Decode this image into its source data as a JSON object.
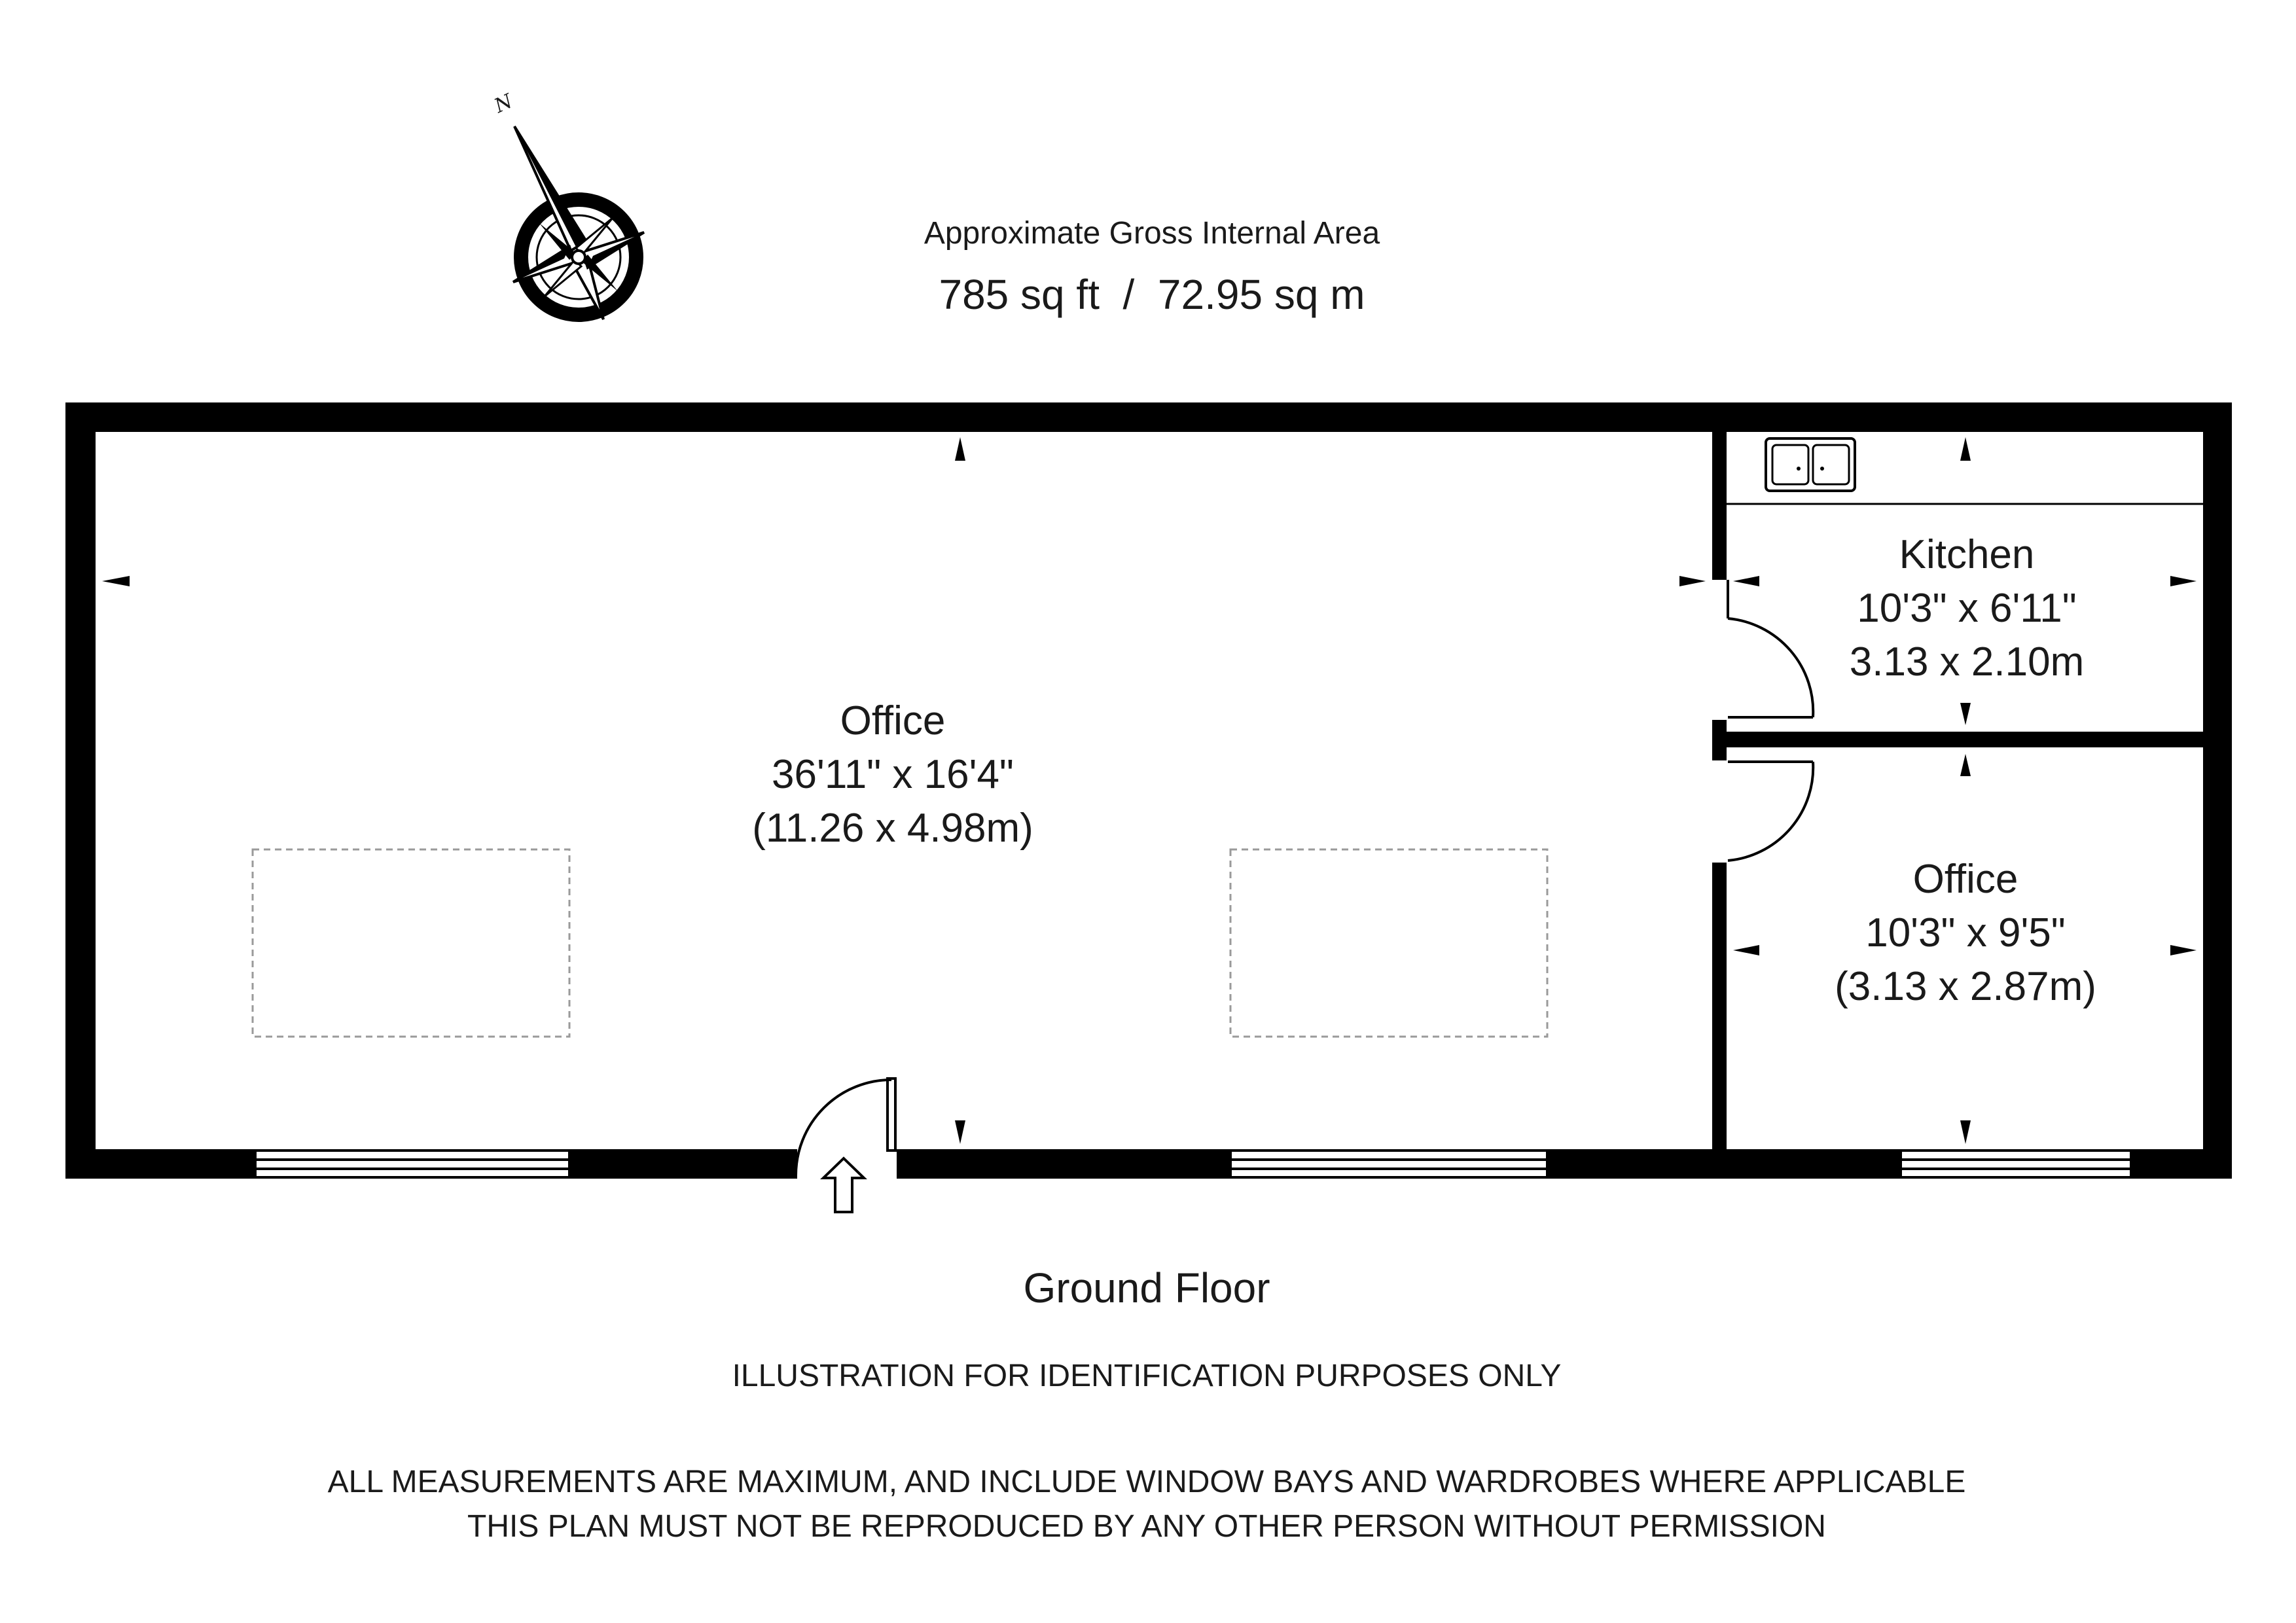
{
  "header": {
    "title": "Approximate Gross Internal Area",
    "area": "785 sq ft  /  72.95 sq m"
  },
  "compass": {
    "label": "N"
  },
  "rooms": {
    "office_main": {
      "name": "Office",
      "imperial": "36'11\" x 16'4\"",
      "metric": "(11.26 x 4.98m)"
    },
    "kitchen": {
      "name": "Kitchen",
      "imperial": "10'3\" x 6'11\"",
      "metric": "3.13 x 2.10m"
    },
    "office_small": {
      "name": "Office",
      "imperial": "10'3\" x 9'5\"",
      "metric": "(3.13 x 2.87m)"
    }
  },
  "floor_label": "Ground Floor",
  "notes": {
    "identification": "ILLUSTRATION FOR IDENTIFICATION PURPOSES ONLY",
    "measurements": "ALL MEASUREMENTS ARE MAXIMUM, AND INCLUDE WINDOW BAYS AND WARDROBES WHERE APPLICABLE",
    "reproduction": "THIS PLAN MUST NOT BE REPRODUCED BY ANY OTHER PERSON WITHOUT PERMISSION"
  },
  "colors": {
    "wall": "#000000",
    "line": "#1a1a1a",
    "background": "#ffffff",
    "furniture_dash": "#9a9a9a"
  }
}
